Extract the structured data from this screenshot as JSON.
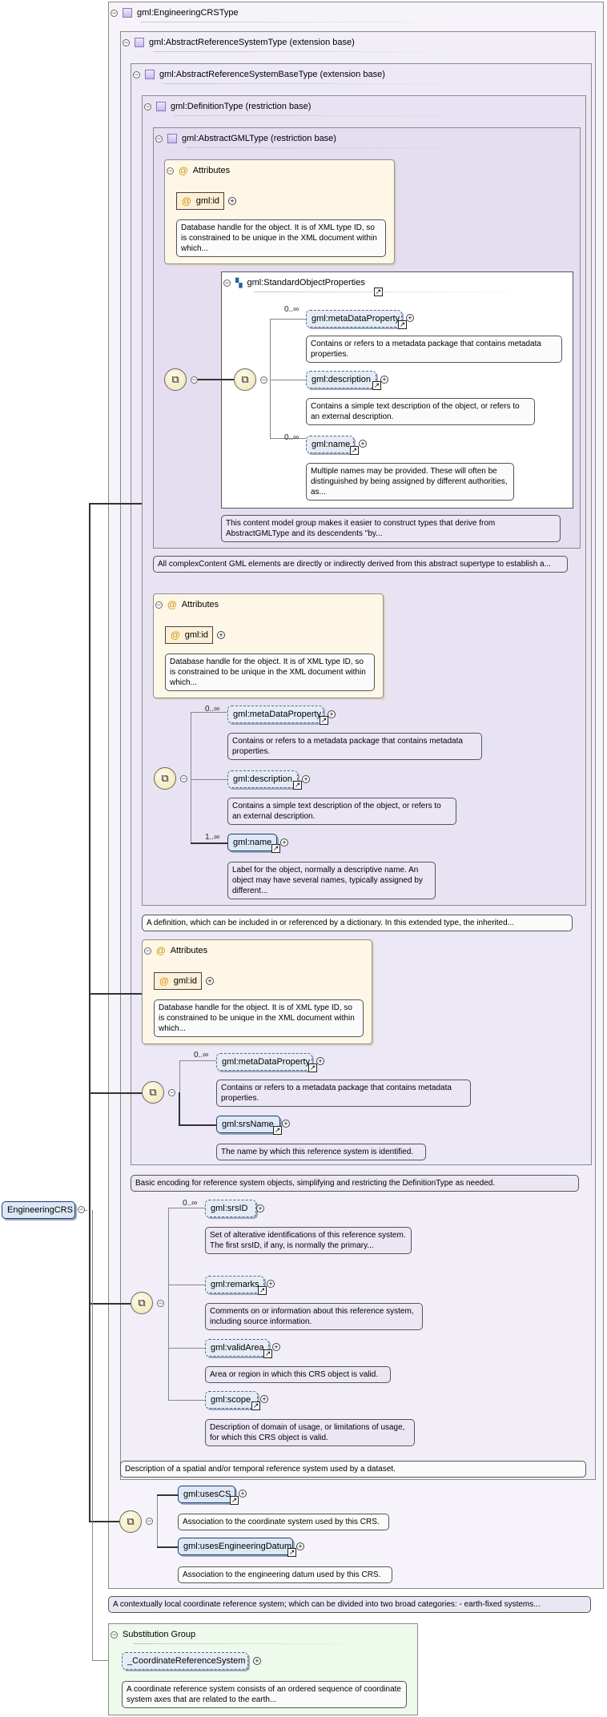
{
  "root": {
    "label": "EngineeringCRS"
  },
  "types": {
    "engineering": "gml:EngineeringCRSType",
    "abstract_ref": "gml:AbstractReferenceSystemType (extension base)",
    "abstract_ref_base": "gml:AbstractReferenceSystemBaseType (extension base)",
    "definition": "gml:DefinitionType (restriction base)",
    "abstract_gml": "gml:AbstractGMLType (restriction base)"
  },
  "group": {
    "standard_object_properties": "gml:StandardObjectProperties"
  },
  "attributes_label": "Attributes",
  "id_label": "gml:id",
  "id_note": "Database handle for the object. It is of XML type ID, so is constrained to be unique in the XML document within which...",
  "labels": {
    "metaDataProperty": "gml:metaDataProperty",
    "description": "gml:description",
    "name": "gml:name",
    "srsName": "gml:srsName",
    "srsID": "gml:srsID",
    "remarks": "gml:remarks",
    "validArea": "gml:validArea",
    "scope": "gml:scope",
    "usesCS": "gml:usesCS",
    "usesEngineeringDatum": "gml:usesEngineeringDatum",
    "coordinate_reference_system": "_CoordinateReferenceSystem",
    "substitution_group": "Substitution Group"
  },
  "multiplicity": {
    "zero_many": "0..∞",
    "one_many": "1..∞"
  },
  "notes": {
    "metaDataProperty": "Contains or refers to a metadata package that contains metadata properties.",
    "description": "Contains a simple text description of the object, or refers to an external description.",
    "name_multiple": "Multiple names may be provided. These will often be distinguished by being assigned by different authorities, as...",
    "name_label": "Label for the object, normally a descriptive name. An object may have several names, typically assigned by different...",
    "std_group": "This content model group makes it easier to construct types that derive from AbstractGMLType and its descendents \"by...",
    "abstract_gml": "All complexContent GML elements are directly or indirectly derived from this abstract supertype to establish a...",
    "definition": "A definition, which can be included in or referenced by a dictionary. In this extended type, the inherited...",
    "srsName": "The name by which this reference system is identified.",
    "base": "Basic encoding for reference system objects, simplifying and restricting the DefinitionType as needed.",
    "srsID": "Set of alterative identifications of this reference system. The first srsID, if any, is normally the primary...",
    "remarks": "Comments on or information about this reference system, including source information.",
    "validArea": "Area or region in which this CRS object is valid.",
    "scope": "Description of domain of usage, or limitations of usage, for which this CRS object is valid.",
    "abstract_ref": "Description of a spatial and/or temporal reference system used by a dataset.",
    "usesCS": "Association to the coordinate system used by this CRS.",
    "usesEngineeringDatum": "Association to the engineering datum used by this CRS.",
    "engineering": "A contextually local coordinate reference system; which can be divided into two broad categories: - earth-fixed systems...",
    "crs": "A coordinate reference system consists of an ordered sequence of coordinate system axes that are related to the earth..."
  },
  "colors": {
    "type_bg": "#f3f0f9",
    "attr_bg": "#fef7e7",
    "elem_bg": "#dde7f5",
    "note_bg": "#ebe6f4",
    "subst_bg": "#eefaec"
  }
}
